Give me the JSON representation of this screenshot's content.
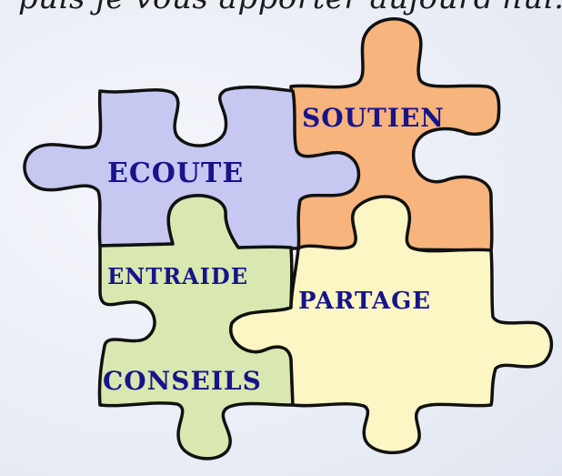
{
  "header": {
    "partial_text": "puis je vous apporter aujourd'hui..."
  },
  "pieces": [
    {
      "label": "ECOUTE",
      "color": "#c6c8f2"
    },
    {
      "label": "SOUTIEN",
      "color": "#f7b47c"
    },
    {
      "label": "ENTRAIDE",
      "color": "#d8e8b0"
    },
    {
      "label": "PARTAGE",
      "color": "#fbf6c4"
    },
    {
      "label": "CONSEILS",
      "color": "#d8e8b0"
    }
  ],
  "colors": {
    "text": "#17148a",
    "outline": "#111111"
  }
}
